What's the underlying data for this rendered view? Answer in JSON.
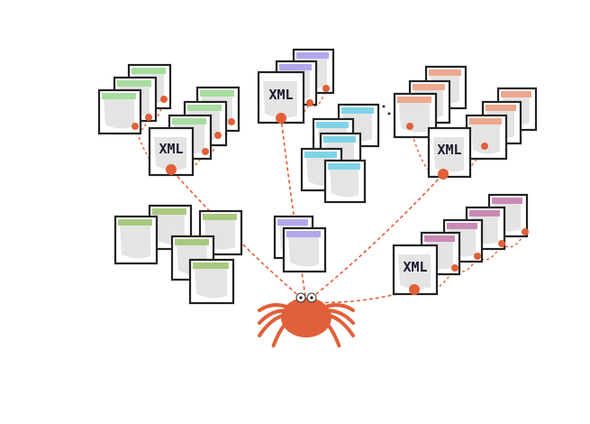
{
  "xml_labels": [
    "XML",
    "XML",
    "XML",
    "XML"
  ],
  "colors": {
    "green": "#a8dca0",
    "olive": "#a9c97f",
    "purple": "#b3a6ec",
    "cyan": "#7fd3e6",
    "salmon": "#eda88e",
    "pink": "#c98bb4",
    "page_fill": "#e4e4e4",
    "outline": "#222222",
    "crawler": "#e0603a"
  }
}
